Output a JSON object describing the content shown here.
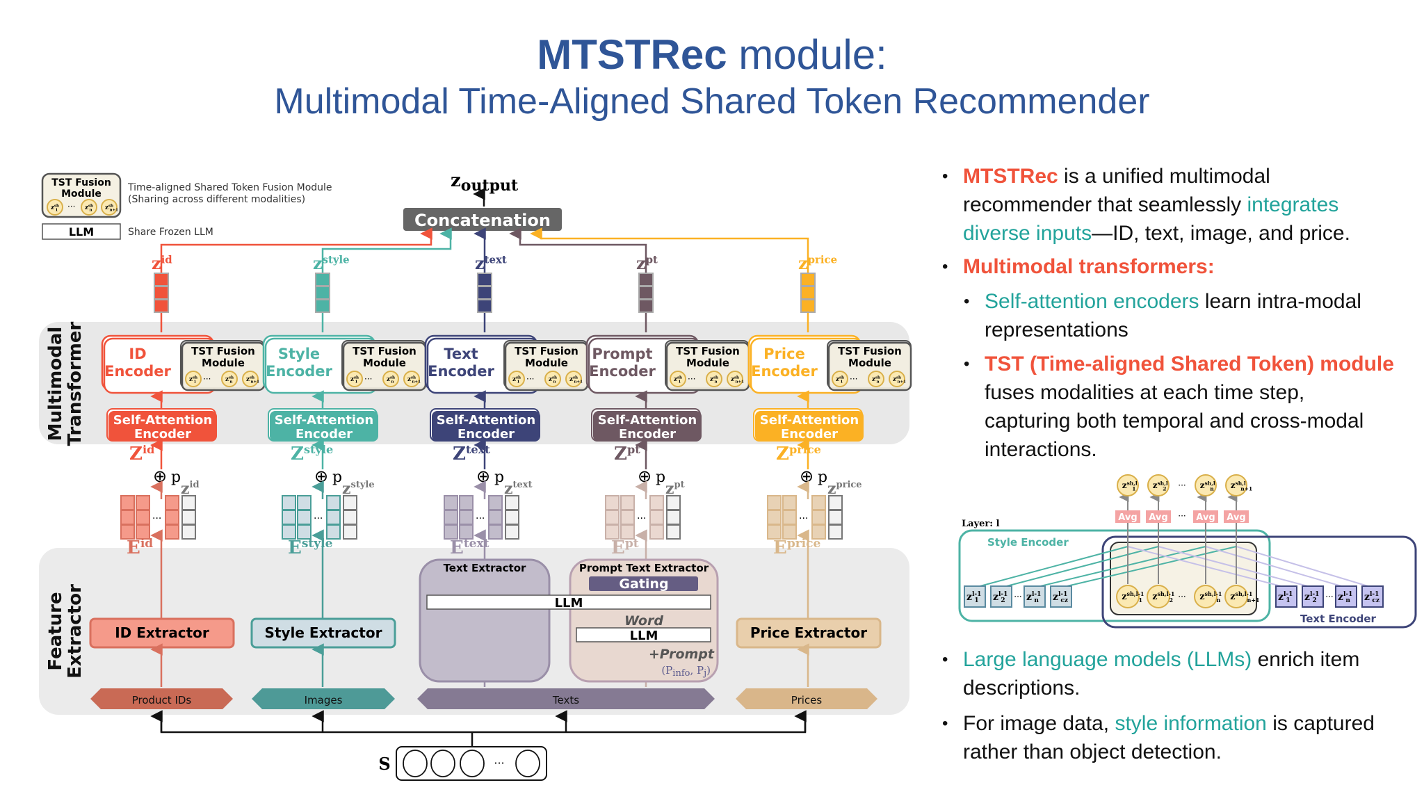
{
  "title": {
    "bold": "MTSTRec",
    "rest": " module:",
    "subtitle": "Multimodal Time-Aligned Shared Token Recommender"
  },
  "legend": {
    "tst_box_line1": "TST Fusion",
    "tst_box_line2": "Module",
    "tst_desc_line1": "Time-aligned Shared Token Fusion Module",
    "tst_desc_line2": "(Sharing across different modalities)",
    "llm_box": "LLM",
    "llm_desc": "Share Frozen LLM"
  },
  "output": {
    "label": "z",
    "label_sub": "output",
    "concat": "Concatenation"
  },
  "sections": {
    "transformer_line1": "Multimodal",
    "transformer_line2": "Transformer",
    "extractor_line1": "Feature",
    "extractor_line2": "Extractor"
  },
  "tst_module": {
    "line1": "TST Fusion",
    "line2": "Module"
  },
  "self_attention": {
    "line1": "Self-Attention",
    "line2": "Encoder"
  },
  "pos": {
    "plus": "⊕",
    "p": "p"
  },
  "modalities": [
    {
      "key": "id",
      "encoder1": "ID",
      "encoder2": "Encoder",
      "z_sup": "id",
      "cz_sup": "id",
      "e_sup": "id",
      "extractor": "ID Extractor",
      "input": "Product IDs",
      "color": "#f0533b",
      "light": "#f59a8a",
      "embed": "#f59a8a",
      "embed_border": "#d9705e",
      "input_color": "#c96a55"
    },
    {
      "key": "style",
      "encoder1": "Style",
      "encoder2": "Encoder",
      "z_sup": "style",
      "cz_sup": "style",
      "e_sup": "style",
      "extractor": "Style Extractor",
      "input": "Images",
      "color": "#4db3a5",
      "light": "#cfdde4",
      "embed": "#cfdde4",
      "embed_border": "#4a9e98",
      "input_color": "#4e9a97"
    },
    {
      "key": "text",
      "encoder1": "Text",
      "encoder2": "Encoder",
      "z_sup": "text",
      "cz_sup": "text",
      "e_sup": "text",
      "extractor": "Text Extractor",
      "input": "Texts",
      "color": "#3d4478",
      "light": "#c2bccb",
      "embed": "#c2bccb",
      "embed_border": "#9a8fa8",
      "input_color": "#857a93"
    },
    {
      "key": "pt",
      "encoder1": "Prompt",
      "encoder2": "Encoder",
      "z_sup": "pt",
      "cz_sup": "pt",
      "e_sup": "pt",
      "extractor": "Prompt Text Extractor",
      "input": "",
      "color": "#6e5862",
      "light": "#e8d8d0",
      "embed": "#ead8d0",
      "embed_border": "#c8b0a8",
      "input_color": "#857a93"
    },
    {
      "key": "price",
      "encoder1": "Price",
      "encoder2": "Encoder",
      "z_sup": "price",
      "cz_sup": "price",
      "e_sup": "price",
      "extractor": "Price Extractor",
      "input": "Prices",
      "color": "#fbb124",
      "light": "#e9cfac",
      "embed": "#e8d2b5",
      "embed_border": "#d9b78a",
      "input_color": "#d9b68a"
    }
  ],
  "text_extractor": {
    "llm": "LLM",
    "gating": "Gating",
    "word": "Word",
    "llm2": "LLM",
    "prompt": "+Prompt",
    "prompt_args": "(P",
    "prompt_info": "info",
    "prompt_mid": ", P",
    "prompt_j": "j",
    "prompt_end": ")"
  },
  "sequence": {
    "label": "S",
    "ellipsis": "···"
  },
  "symbols": {
    "ellipsis": "···",
    "z": "z",
    "Z": "Z",
    "E": "E",
    "cz": "cz",
    "sh": "sh",
    "n": "n",
    "n1": "n+1",
    "one": "1"
  },
  "bullets": {
    "b1_red": "MTSTRec",
    "b1_a": " is a unified multimodal",
    "b1_b": "recommender that seamlessly ",
    "b1_teal1": "integrates",
    "b1_teal2": "diverse inputs",
    "b1_c": "—ID, text, image, and price.",
    "b2_red": "Multimodal transformers:",
    "b3_teal": "Self-attention encoders",
    "b3_a": " learn intra-modal",
    "b3_b": "representations",
    "b4_red": "TST (Time-aligned Shared Token) module",
    "b4_a": "fuses modalities at each time step,",
    "b4_b": "capturing both temporal and cross-modal",
    "b4_c": "interactions.",
    "b5_teal": "Large language models (LLMs)",
    "b5_a": " enrich item",
    "b5_b": "descriptions.",
    "b6_a": "For image data, ",
    "b6_teal": "style information",
    "b6_b": " is captured",
    "b6_c": "rather than object detection.",
    "bullet_char": "•"
  },
  "mini": {
    "layer": "Layer: l",
    "style_encoder": "Style Encoder",
    "text_encoder": "Text Encoder",
    "avg": "Avg",
    "out_sup": "sh,l",
    "in_sup": "sh,l-1",
    "tok_sup": "l-1",
    "subs": [
      "1",
      "2",
      "n",
      "n+1"
    ],
    "tok_subs": [
      "1",
      "2",
      "n",
      "cz"
    ]
  }
}
